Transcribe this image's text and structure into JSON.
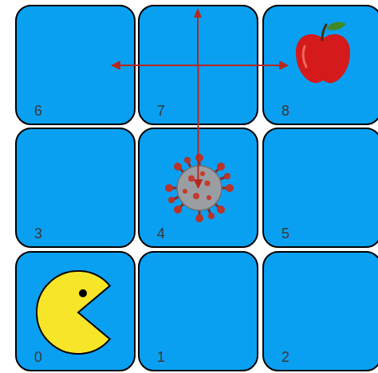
{
  "diagram": {
    "nodes": [
      {
        "text": [
          "6"
        ]
      },
      {
        "text": [
          "7"
        ]
      },
      {
        "text": [
          "8"
        ]
      },
      {
        "text": [
          "3"
        ]
      },
      {
        "text": [
          "4"
        ]
      },
      {
        "text": [
          "5"
        ]
      },
      {
        "text": [
          "0"
        ]
      },
      {
        "text": [
          "1"
        ]
      },
      {
        "text": [
          "2"
        ]
      }
    ],
    "edges": [
      {
        "from": 1,
        "to": 0,
        "arrow": "to"
      },
      {
        "from": 1,
        "to": 2,
        "arrow": "to"
      },
      {
        "from": 1,
        "to": 4,
        "arrow": "to"
      }
    ]
  }
}
